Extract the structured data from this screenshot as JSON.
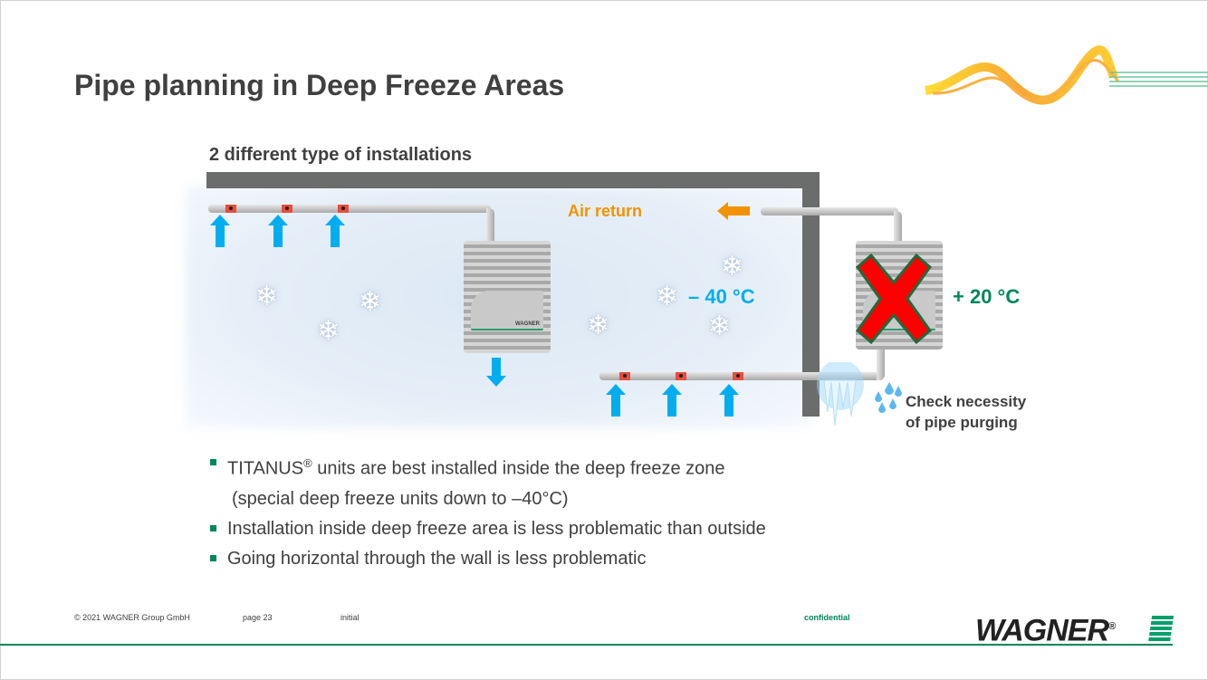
{
  "title": "Pipe planning in Deep Freeze Areas",
  "subtitle": "2 different type of installations",
  "diagram": {
    "air_return": "Air return",
    "temp_inside": "– 40 °C",
    "temp_outside": "+ 20 °C",
    "purge_note_1": "Check necessity",
    "purge_note_2": "of pipe purging",
    "unit_logo": "WAGNER"
  },
  "bullets": [
    {
      "text_a": "TITANUS",
      "sup": "®",
      "text_b": " units are best installed inside the deep freeze zone",
      "cont": "(special deep freeze units down to –40°C)"
    },
    {
      "text": "Installation inside deep freeze area is less problematic than outside"
    },
    {
      "text": "Going horizontal through the wall is less problematic"
    }
  ],
  "footer": {
    "copyright": "© 2021 WAGNER Group GmbH",
    "page": "page 23",
    "initial": "initial",
    "confidential": "confidential",
    "logo": "WAGNER",
    "logo_reg": "®"
  },
  "colors": {
    "accent_green": "#00875a",
    "cold_blue": "#00aeef",
    "air_orange": "#f39200",
    "cross_red": "#ff0000"
  }
}
